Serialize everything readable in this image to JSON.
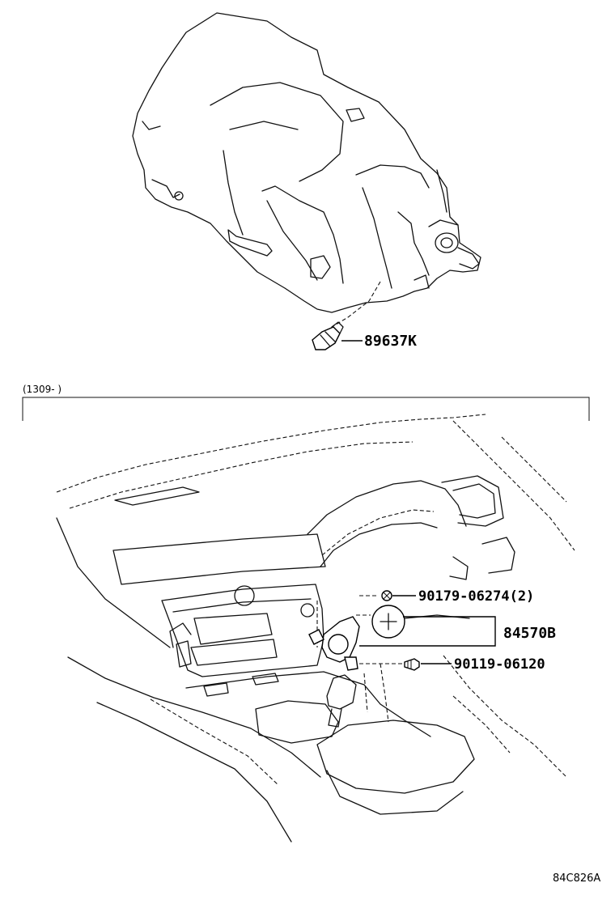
{
  "labels": {
    "speed_sensor": "89637K",
    "bolt_upper": "90179-06274(2)",
    "switch_assembly": "84570B",
    "bolt_lower": "90119-06120"
  },
  "date_range": "(1309-    )",
  "figure_code": "84C826A"
}
